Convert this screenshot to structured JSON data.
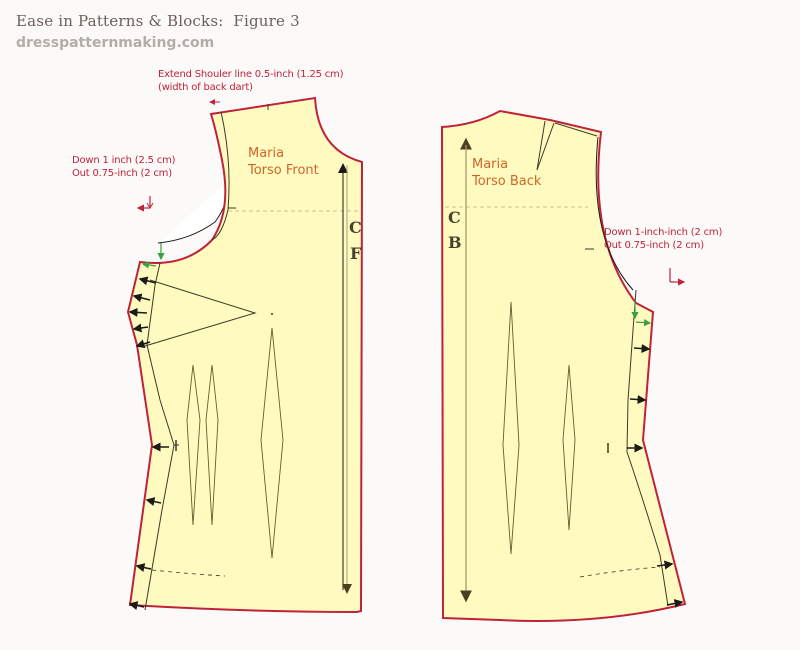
{
  "header": {
    "title": "Ease in Patterns & Blocks:  Figure 3",
    "site": "dresspatternmaking.com"
  },
  "annotations": {
    "shoulder_note": {
      "line1": "Extend Shouler line 0.5-inch (1.25 cm)",
      "line2": "(width of back dart)"
    },
    "front_armhole_note": {
      "line1": "Down 1 inch (2.5 cm)",
      "line2": "Out 0.75-inch (2 cm)"
    },
    "back_armhole_note": {
      "line1": "Down 1-inch-inch (2 cm)",
      "line2": "Out 0.75-inch (2 cm)"
    }
  },
  "pieces": {
    "front": {
      "name_line1": "Maria",
      "name_line2": "Torso Front",
      "grain_letters": [
        "C",
        "F"
      ]
    },
    "back": {
      "name_line1": "Maria",
      "name_line2": "Torso Back",
      "grain_letters": [
        "C",
        "B"
      ]
    }
  },
  "colors": {
    "fabric_fill": "#fffbc0",
    "outline_red": "#c0223a",
    "inner_line": "#3d3a20",
    "dart_line": "#6a5a30",
    "ease_arrow_green": "#3aa040",
    "label_orange": "#d0652c"
  }
}
